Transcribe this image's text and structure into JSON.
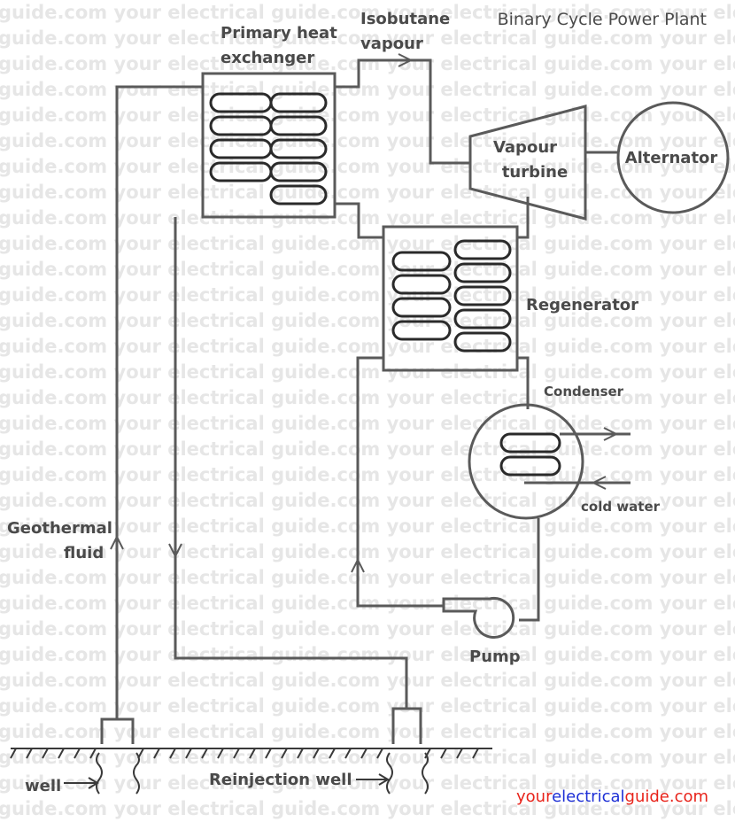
{
  "title": "Binary Cycle Power Plant",
  "watermark_text": "guide.com your electrical guide.com your electrical guide.com your electrical guide.",
  "labels": {
    "isobutane_line1": "Isobutane",
    "isobutane_line2": "vapour",
    "primary_hx_line1": "Primary heat",
    "primary_hx_line2": "exchanger",
    "turbine_line1": "Vapour",
    "turbine_line2": "turbine",
    "alternator": "Alternator",
    "regenerator": "Regenerator",
    "condenser": "Condenser",
    "cold_water": "cold water",
    "geothermal_line1": "Geothermal",
    "geothermal_line2": "fluid",
    "pump": "Pump",
    "well": "well",
    "reinjection_well": "Reinjection well"
  },
  "brand": {
    "part1": "your",
    "part2": "electrical",
    "part3": "guide.com"
  },
  "colors": {
    "title": "#e8231a",
    "brand_red": "#e8231a",
    "brand_blue": "#1d2fd6",
    "line": "#5a5a5a",
    "label": "#4a4a4a",
    "watermark": "#e6e6e6"
  }
}
